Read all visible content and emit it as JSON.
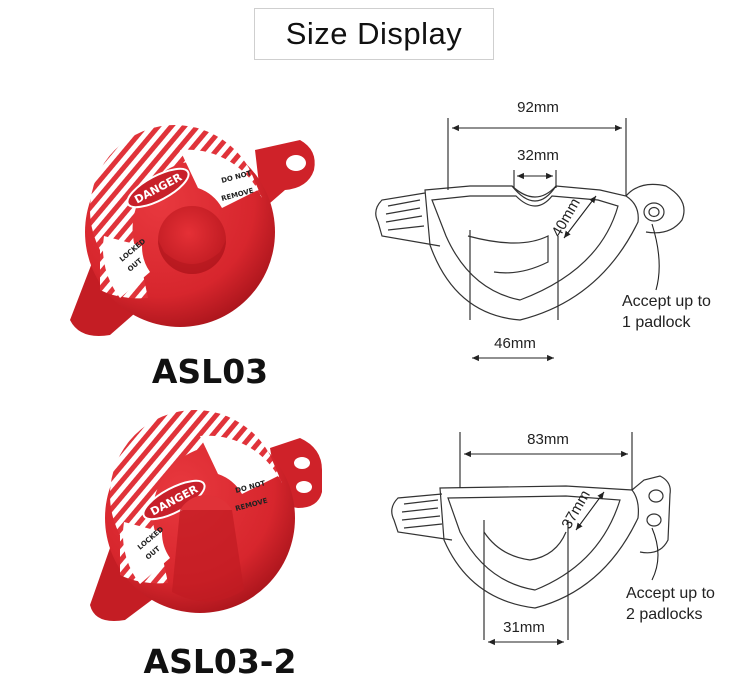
{
  "header": {
    "title": "Size Display"
  },
  "products": [
    {
      "model": "ASL03",
      "tag": {
        "danger": "DANGER",
        "do_not": "DO NOT",
        "remove": "REMOVE",
        "locked": "LOCKED",
        "out": "OUT"
      },
      "dims": {
        "width": "92mm",
        "top": "32mm",
        "diagonal": "40mm",
        "bottom": "46mm"
      },
      "note": {
        "line1": "Accept up to",
        "line2": "1 padlock"
      }
    },
    {
      "model": "ASL03-2",
      "tag": {
        "danger": "DANGER",
        "do_not": "DO NOT",
        "remove": "REMOVE",
        "locked": "LOCKED",
        "out": "OUT"
      },
      "dims": {
        "width": "83mm",
        "diagonal": "37mm",
        "bottom": "31mm"
      },
      "note": {
        "line1": "Accept up to",
        "line2": "2 padlocks"
      }
    }
  ],
  "colors": {
    "lock_red": "#d7262d",
    "lock_dark": "#b51a21",
    "danger_red": "#c8202a"
  }
}
